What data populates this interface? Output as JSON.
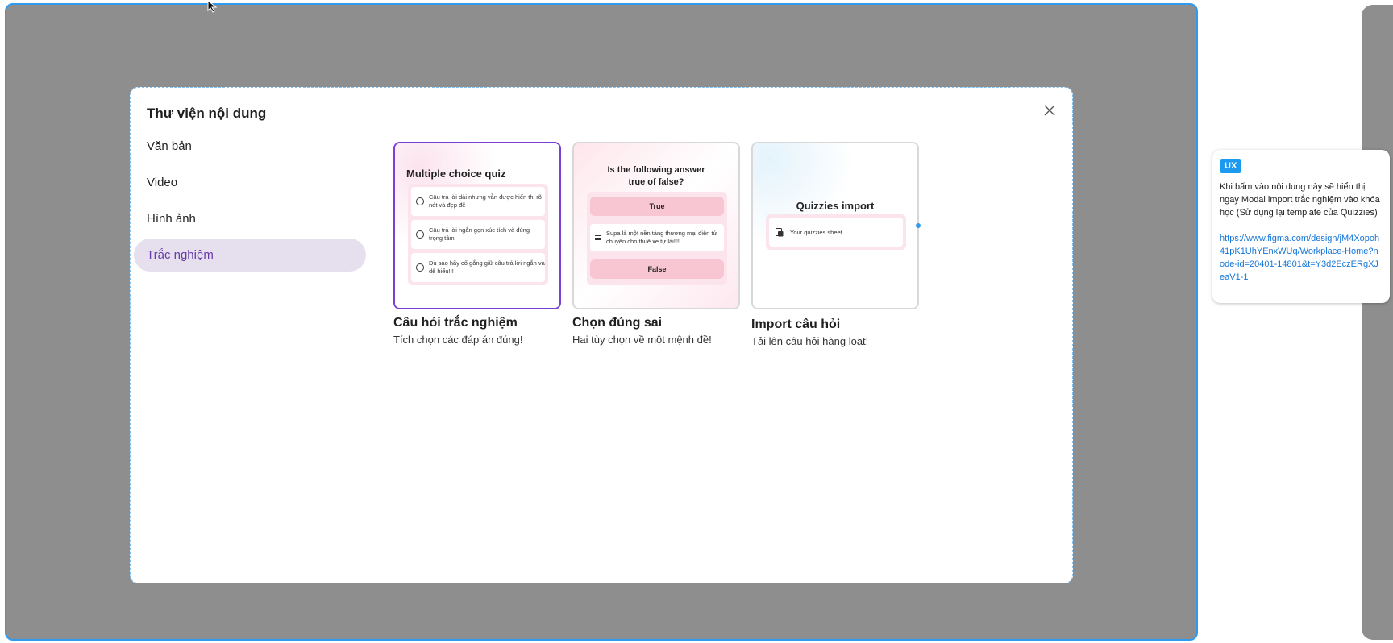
{
  "modal": {
    "title": "Thư viện nội dung",
    "nav": [
      {
        "label": "Văn bản"
      },
      {
        "label": "Video"
      },
      {
        "label": "Hình ảnh"
      },
      {
        "label": "Trắc nghiệm"
      }
    ],
    "cards": [
      {
        "preview_title": "Multiple choice quiz",
        "options": [
          "Câu trả lời dài nhưng vẫn được hiển thị rõ nét và đẹp đẽ",
          "Câu trả lời ngắn gọn xúc tích và đúng trọng tâm",
          "Dù sao hãy cố gắng giữ câu trả lời ngắn và dễ hiểu!!!"
        ],
        "title": "Câu hỏi trắc nghiệm",
        "desc": "Tích chọn các đáp án đúng!"
      },
      {
        "preview_title": "Is the following answer true of false?",
        "true_label": "True",
        "statement": "Supa là một nền tảng thương mại điện tử chuyên cho thuê xe tự lái!!!!",
        "false_label": "False",
        "title": "Chọn đúng sai",
        "desc": "Hai tùy chọn về một mệnh đề!"
      },
      {
        "preview_title": "Quizzies import",
        "sheet_label": "Your quizzies sheet.",
        "title": "Import câu hỏi",
        "desc": "Tải lên câu hỏi hàng loạt!"
      }
    ]
  },
  "note": {
    "tag": "UX",
    "text": "Khi bấm vào nội dung này sẽ hiển thị ngay Modal import trắc nghiệm vào khóa học (Sử dụng lại template của Quizzies)",
    "link": "https://www.figma.com/design/jM4Xopoh41pK1UhYEnxWUq/Workplace-Home?node-id=20401-14801&t=Y3d2EczERgXJeaV1-1"
  },
  "colors": {
    "accent": "#7c3fd6",
    "nav_active_bg": "#e6e0ee",
    "selection_blue": "#2e9bf0"
  }
}
